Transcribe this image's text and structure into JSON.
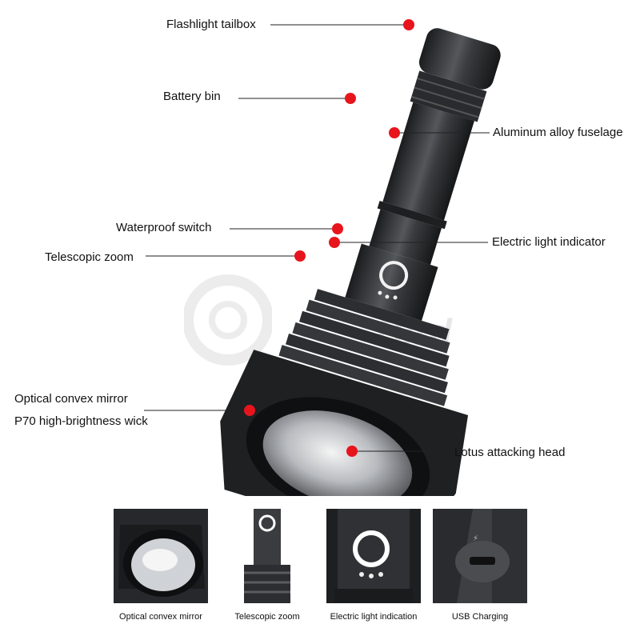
{
  "callouts": {
    "tailbox": "Flashlight tailbox",
    "battery": "Battery bin",
    "fuselage": "Aluminum alloy fuselage",
    "switch": "Waterproof switch",
    "indicator": "Electric light indicator",
    "zoom": "Telescopic zoom",
    "mirror": "Optical convex mirror",
    "wick": "P70 high-brightness wick",
    "head": "Lotus attacking head"
  },
  "watermark": {
    "text": "Bird"
  },
  "thumbnails": [
    {
      "caption": "Optical convex mirror"
    },
    {
      "caption": "Telescopic zoom"
    },
    {
      "caption": "Electric light indication"
    },
    {
      "caption": "USB Charging"
    }
  ],
  "colors": {
    "marker": "#e8141c",
    "body": "#2e3033",
    "line": "#222222"
  }
}
